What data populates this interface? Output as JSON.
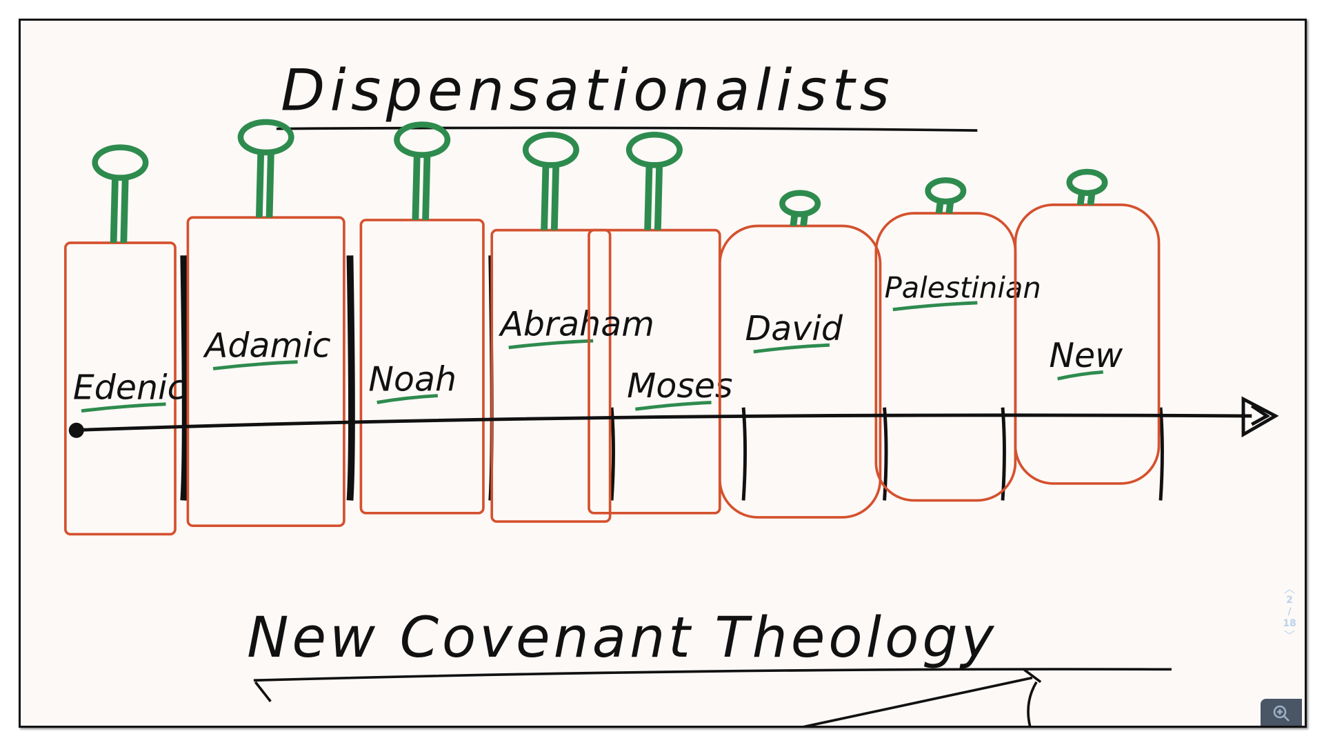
{
  "board": {
    "title": "Dispensationalists",
    "dispensations": [
      "Edenic",
      "Adamic",
      "Noah",
      "Abraham",
      "Moses",
      "David",
      "Palestinian",
      "New"
    ],
    "subtitle": "New Covenant Theology"
  },
  "pager": {
    "current": "2",
    "separator": "/",
    "total": "18"
  },
  "colors": {
    "box": "#d4512e",
    "pin": "#2e8b4e",
    "ink": "#111111",
    "pager": "#b9d3ea",
    "zoom_bg": "#4a5566"
  },
  "icons": {
    "zoom": "zoom-in-icon",
    "up": "chevron-up-icon",
    "down": "chevron-down-icon"
  }
}
